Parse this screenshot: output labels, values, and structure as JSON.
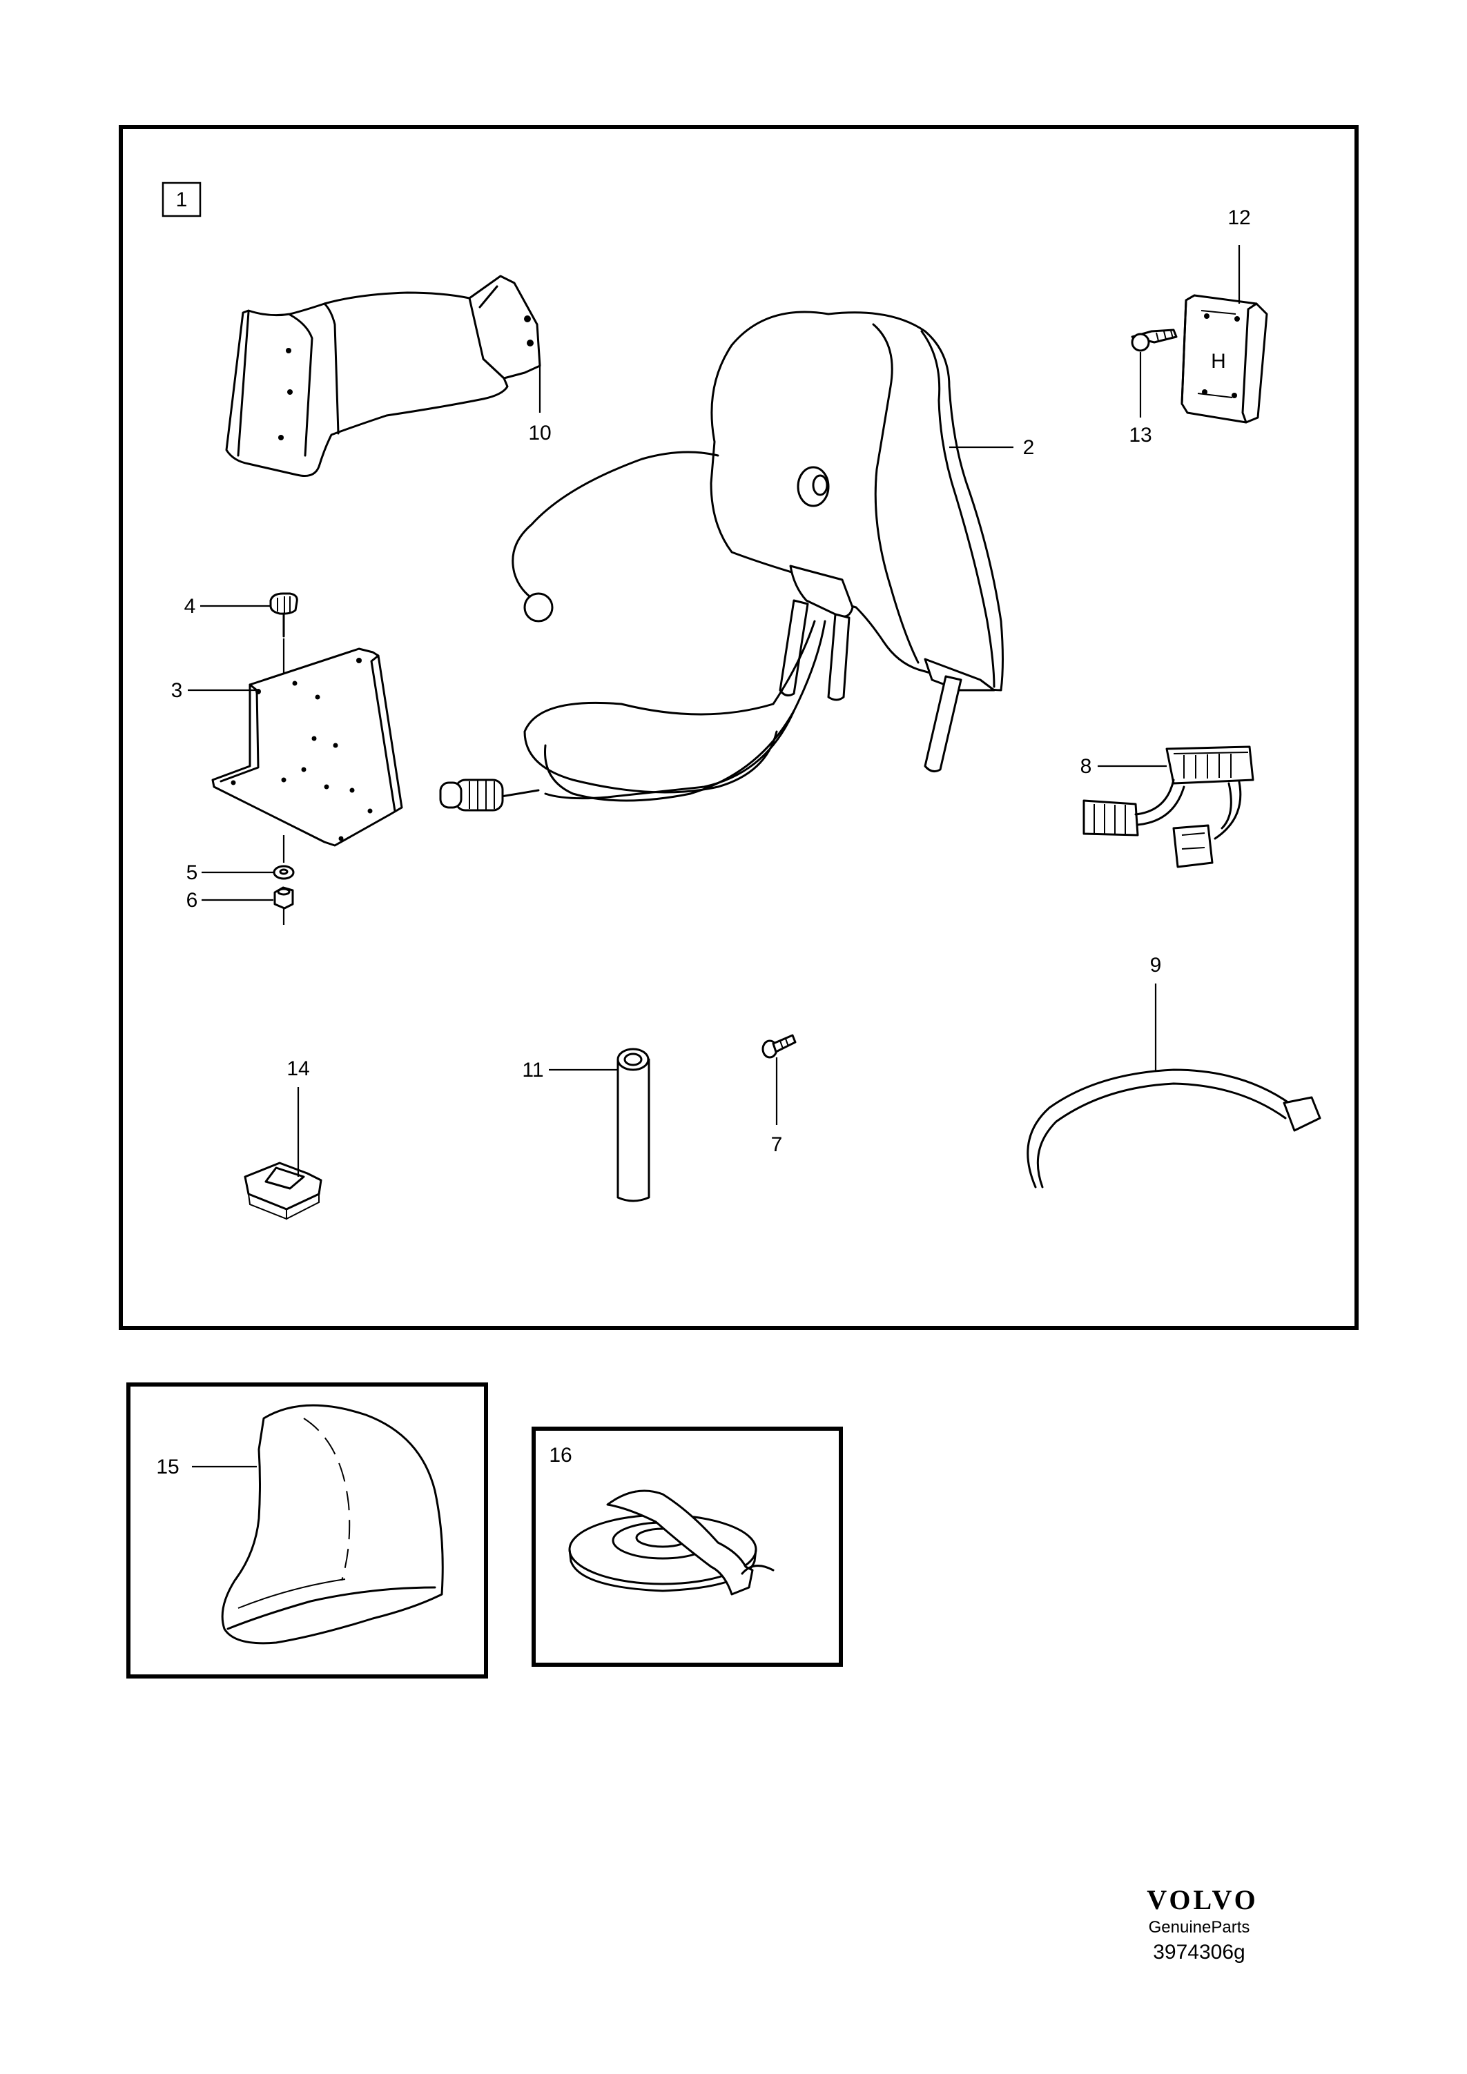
{
  "kit_label": "1",
  "callouts": {
    "p2": "2",
    "p3": "3",
    "p4": "4",
    "p5": "5",
    "p6": "6",
    "p7": "7",
    "p8": "8",
    "p9": "9",
    "p10": "10",
    "p11": "11",
    "p12": "12",
    "p13": "13",
    "p14": "14",
    "p15": "15",
    "p16": "16"
  },
  "connector_letter": "H",
  "brand": {
    "name": "VOLVO",
    "tagline": "GenuineParts",
    "drawing_number": "3974306g"
  }
}
